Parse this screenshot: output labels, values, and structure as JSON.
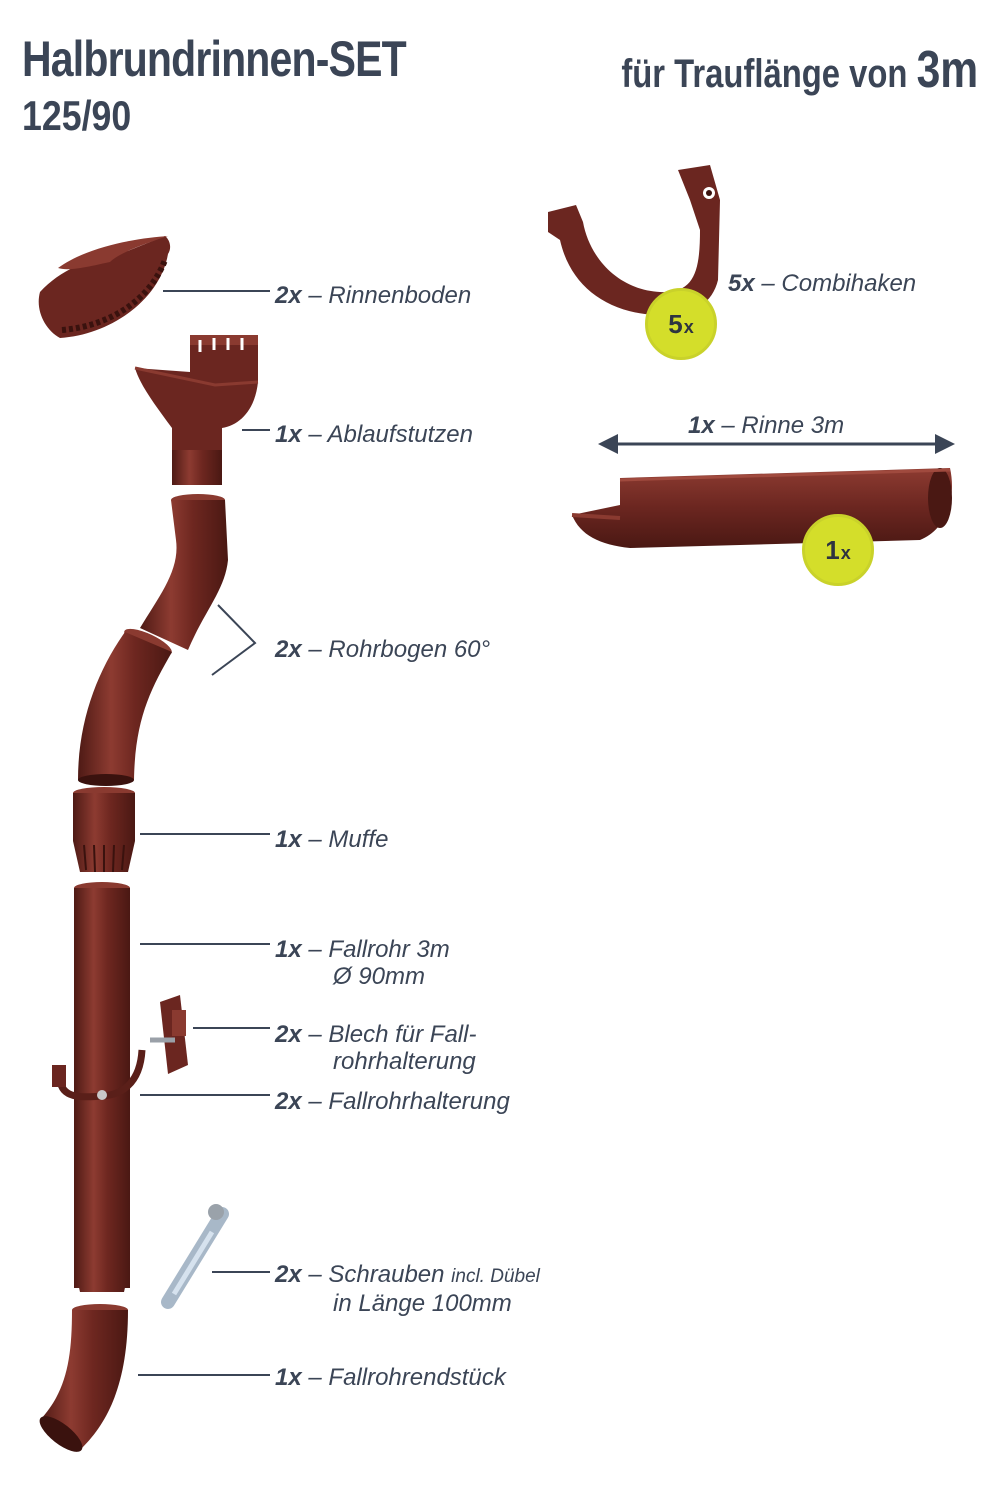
{
  "header": {
    "title": "Halbrundrinnen-SET",
    "subtitle": "125/90",
    "tagline_prefix": "für Trauflänge von",
    "tagline_value": "3m"
  },
  "parts": [
    {
      "qty": "2x",
      "dash": "–",
      "name": "Rinnenboden"
    },
    {
      "qty": "1x",
      "dash": "–",
      "name": "Ablaufstutzen"
    },
    {
      "qty": "2x",
      "dash": "–",
      "name": "Rohrbogen 60°"
    },
    {
      "qty": "1x",
      "dash": "–",
      "name": "Muffe"
    },
    {
      "qty": "1x",
      "dash": "–",
      "name": "Fallrohr 3m",
      "line2": "Ø 90mm"
    },
    {
      "qty": "2x",
      "dash": "–",
      "name": "Blech für Fall-",
      "line2": "rohrhalterung"
    },
    {
      "qty": "2x",
      "dash": "–",
      "name": "Fallrohrhalterung"
    },
    {
      "qty": "2x",
      "dash": "–",
      "name": "Schrauben",
      "note": "incl. Dübel",
      "line2": "in Länge 100mm"
    },
    {
      "qty": "1x",
      "dash": "–",
      "name": "Fallrohrendstück"
    }
  ],
  "hook": {
    "qty": "5x",
    "dash": "–",
    "name": "Combihaken",
    "badge_num": "5",
    "badge_x": "x"
  },
  "gutter": {
    "qty": "1x",
    "dash": "–",
    "name": "Rinne 3m",
    "badge_num": "1",
    "badge_x": "x"
  },
  "colors": {
    "product": "#6b2620",
    "product_light": "#8a3a30",
    "text": "#3b4556",
    "badge": "#d4de2a"
  }
}
